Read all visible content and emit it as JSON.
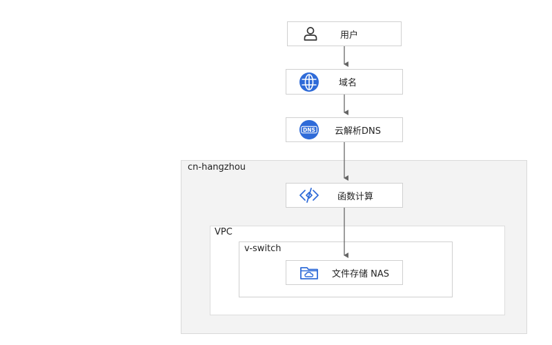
{
  "regions": {
    "cn": "cn-hangzhou",
    "vpc": "VPC",
    "vswitch": "v-switch"
  },
  "nodes": {
    "user": {
      "label": "用户",
      "icon": "user-icon"
    },
    "domain": {
      "label": "域名",
      "icon": "globe-icon"
    },
    "dns": {
      "label": "云解析DNS",
      "icon": "dns-icon"
    },
    "fc": {
      "label": "函数计算",
      "icon": "function-compute-icon"
    },
    "nas": {
      "label": "文件存储 NAS",
      "icon": "nas-folder-icon"
    }
  },
  "colors": {
    "accent": "#2f6bd8",
    "arrow": "#666666",
    "region_bg": "#f3f3f3"
  }
}
